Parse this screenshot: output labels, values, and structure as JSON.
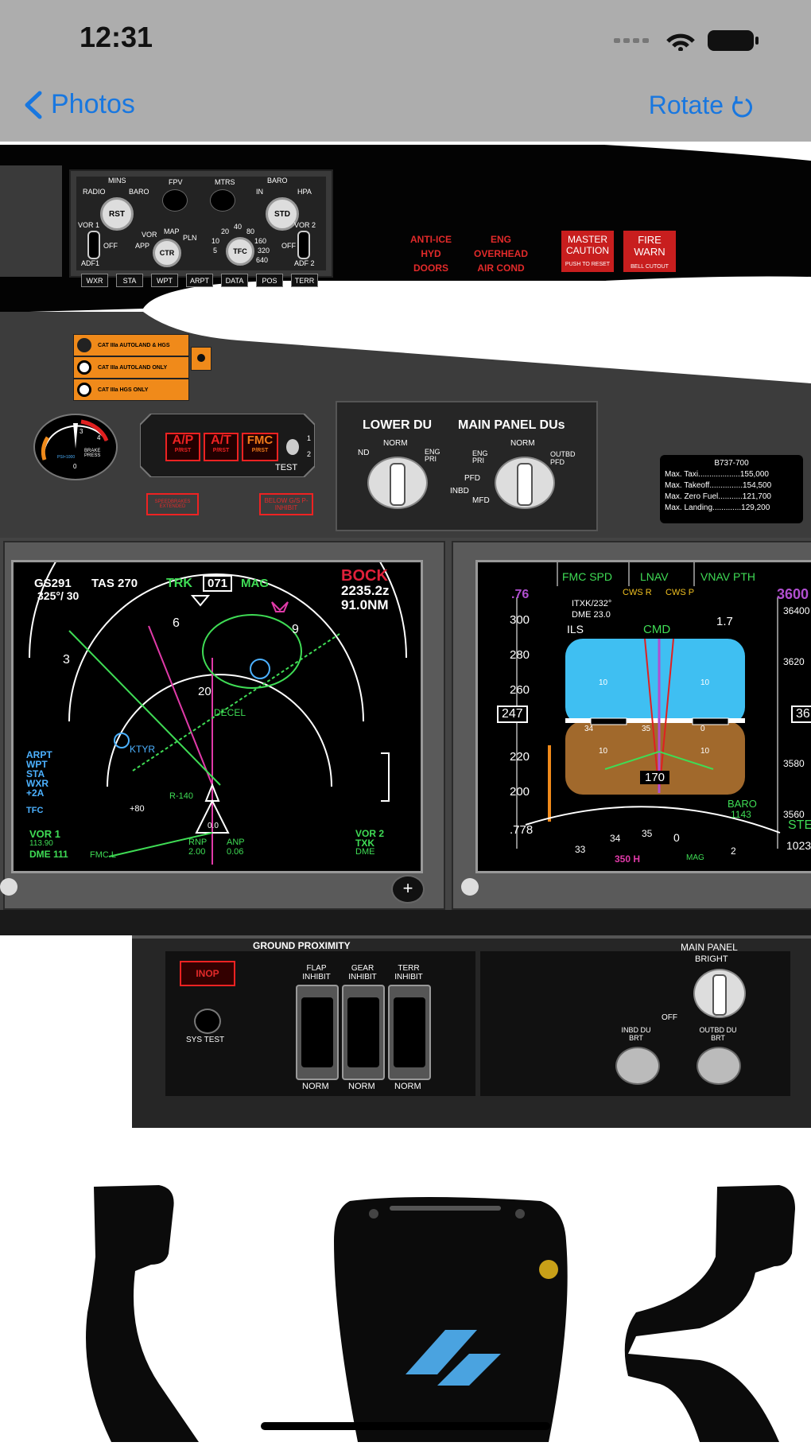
{
  "status_bar": {
    "time": "12:31"
  },
  "nav": {
    "back_label": "Photos",
    "rotate_label": "Rotate"
  },
  "efis": {
    "mins": "MINS",
    "radio": "RADIO",
    "baro": "BARO",
    "rst": "RST",
    "fpv": "FPV",
    "mtrs": "MTRS",
    "in": "IN",
    "hpa": "HPA",
    "std": "STD",
    "vor1": "VOR 1",
    "adf1": "ADF1",
    "off": "OFF",
    "vor2": "VOR 2",
    "adf2": "ADF 2",
    "vor": "VOR",
    "map": "MAP",
    "app": "APP",
    "pln": "PLN",
    "ctr": "CTR",
    "tfc": "TFC",
    "r10": "10",
    "r20": "20",
    "r40": "40",
    "r80": "80",
    "r160": "160",
    "r320": "320",
    "r640": "640",
    "r5": "5",
    "buttons": [
      "WXR",
      "STA",
      "WPT",
      "ARPT",
      "DATA",
      "POS",
      "TERR"
    ]
  },
  "annunciators": {
    "left": [
      "ANTI-ICE",
      "HYD",
      "DOORS"
    ],
    "right": [
      "ENG",
      "OVERHEAD",
      "AIR COND"
    ],
    "master_caution": "MASTER CAUTION",
    "push_reset": "PUSH TO RESET",
    "fire_warn": "FIRE WARN",
    "bell_cutout": "BELL CUTOUT"
  },
  "autoland": [
    "CAT IIIa AUTOLAND & HGS",
    "CAT IIIa AUTOLAND ONLY",
    "CAT IIIa HGS ONLY"
  ],
  "brake": {
    "label": "BRAKE PRESS",
    "psi": "PSI×1000",
    "zero": "0",
    "t4": "4",
    "t3": "3"
  },
  "ap_lights": {
    "ap": "A/P",
    "at": "A/T",
    "fmc": "FMC",
    "sub": "P/RST",
    "test": "TEST",
    "one": "1",
    "two": "2"
  },
  "speedbrake": "SPEEDBRAKES EXTENDED",
  "below_gs": "BELOW G/S P-INHIBIT",
  "du": {
    "lower": "LOWER DU",
    "main": "MAIN PANEL DUs",
    "nd": "ND",
    "norm": "NORM",
    "eng_pri": "ENG PRI",
    "eng_pri2": "ENG PRI",
    "norm2": "NORM",
    "outbd_pfd": "OUTBD PFD",
    "pfd": "PFD",
    "inbd": "INBD",
    "mfd": "MFD"
  },
  "limits": {
    "title": "B737-700",
    "rows": [
      "Max. Taxi...................155,000",
      "Max. Takeoff...............154,500",
      "Max. Zero Fuel...........121,700",
      "Max. Landing.............129,200"
    ]
  },
  "nd": {
    "gs": "GS291",
    "tas": "TAS 270",
    "wind": "325°/ 30",
    "trk": "TRK",
    "hdg": "071",
    "mag": "MAG",
    "wpt": "BOCK",
    "time": "2235.2z",
    "dist": "91.0NM",
    "c3": "3",
    "c6": "6",
    "c9": "9",
    "range": "20",
    "decel": "DECEL",
    "ktyr": "KTYR",
    "r140": "R-140",
    "plus80": "+80",
    "left_list": [
      "ARPT",
      "WPT",
      "STA",
      "WXR",
      "+2A"
    ],
    "tfc": "TFC",
    "zero": "0.0",
    "vor1": "VOR 1",
    "vor1_freq": "113.90",
    "dme1": "DME 111",
    "fmcl": "FMC L",
    "rnp": "RNP",
    "rnp_val": "2.00",
    "anp": "ANP",
    "anp_val": "0.06",
    "vor2": "VOR 2",
    "txk": "TXK",
    "dme2": "DME"
  },
  "pfd": {
    "fmc_spd": "FMC SPD",
    "lnav": "LNAV",
    "vnav": "VNAV PTH",
    "cwsr": "CWS R",
    "cwsp": "CWS P",
    "cmd": "CMD",
    "ils": "ILS",
    "mach": ".76",
    "itxk": "ITXK/232°",
    "dme": "DME 23.0",
    "vs": "1.7",
    "speeds": [
      "300",
      "280",
      "260",
      "220",
      "200"
    ],
    "cur": "247",
    "alt_top": "3600",
    "alts": [
      "36400",
      "3620",
      "3580",
      "3560"
    ],
    "alt_cur": "36",
    "p10": "10",
    "p35": "35",
    "p34": "34",
    "p0": "0",
    "hdg": "170",
    "baro": "BARO",
    "baro_val": "1143",
    "std": "STE",
    "qnh": "1023",
    "mach2": ".778",
    "h350": "350 H",
    "mag": "MAG",
    "d33": "33",
    "d34": "34",
    "d35": "35",
    "d1": "0",
    "d2": "2"
  },
  "gpws": {
    "title": "GROUND PROXIMITY",
    "inop": "INOP",
    "sys_test": "SYS TEST",
    "switches": [
      {
        "top": "FLAP INHIBIT",
        "bottom": "NORM"
      },
      {
        "top": "GEAR INHIBIT",
        "bottom": "NORM"
      },
      {
        "top": "TERR INHIBIT",
        "bottom": "NORM"
      }
    ]
  },
  "brightness": {
    "title": "MAIN PANEL",
    "bright": "BRIGHT",
    "off": "OFF",
    "inbd": "INBD DU BRT",
    "outbd": "OUTBD DU BRT"
  },
  "colors": {
    "ios_blue": "#1877e0",
    "panel": "#3a3a3a",
    "screen": "#000000",
    "sky": "#3fbff2",
    "ground": "#a1692c"
  }
}
